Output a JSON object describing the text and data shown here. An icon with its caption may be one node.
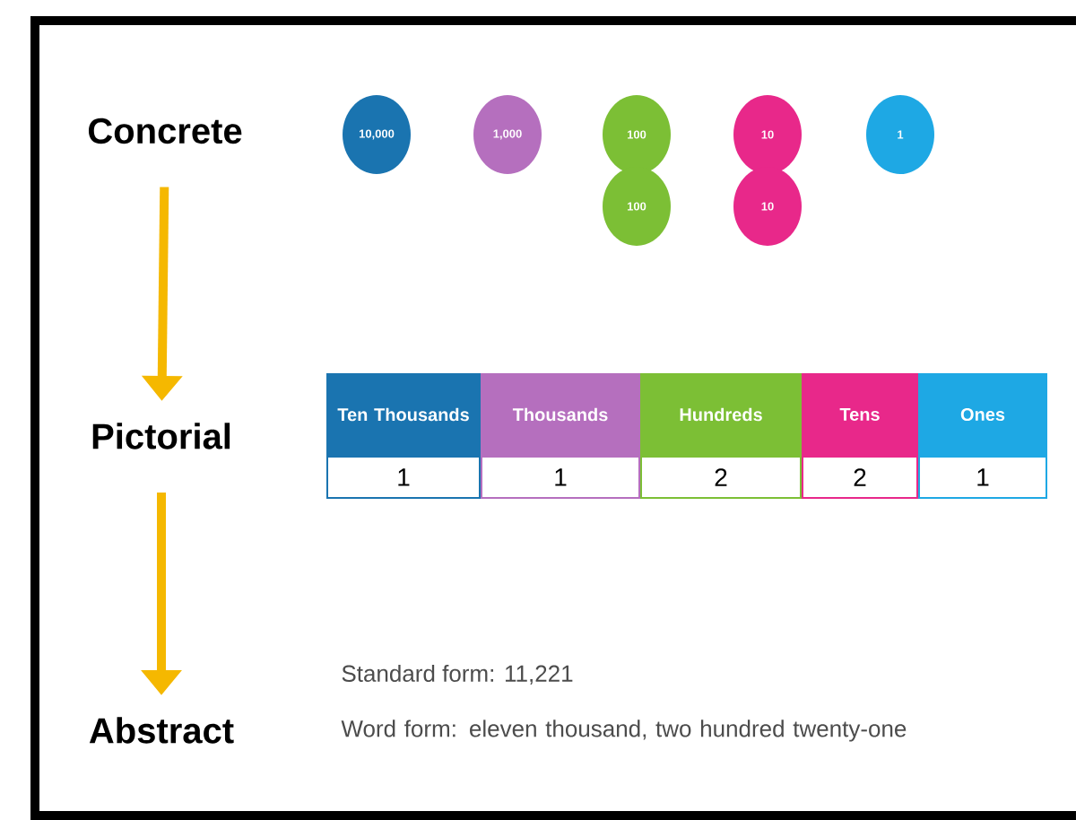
{
  "diagram": {
    "nodes": [
      {
        "text": [
          "Concrete"
        ]
      },
      {
        "text": [
          "10,000"
        ]
      },
      {
        "text": [
          "1,000"
        ]
      },
      {
        "text": [
          "100"
        ]
      },
      {
        "text": [
          "10"
        ]
      },
      {
        "text": [
          "1"
        ]
      },
      {
        "text": [
          "100"
        ]
      },
      {
        "text": [
          "10"
        ]
      },
      {
        "text": [
          "Pictorial"
        ]
      },
      {
        "text": [
          "Abstract"
        ]
      }
    ],
    "edges": [
      {
        "from": 0,
        "to": 8,
        "arrow": "to"
      },
      {
        "from": 8,
        "to": 9,
        "arrow": "to"
      }
    ],
    "labels": [
      "Ten Thousands",
      "Thousands",
      "Hundreds",
      "Tens",
      "Ones",
      "1",
      "1",
      "2",
      "2",
      "1",
      "Standard form: 11,221",
      "Word form: eleven thousand, two hundred twenty-one"
    ]
  }
}
